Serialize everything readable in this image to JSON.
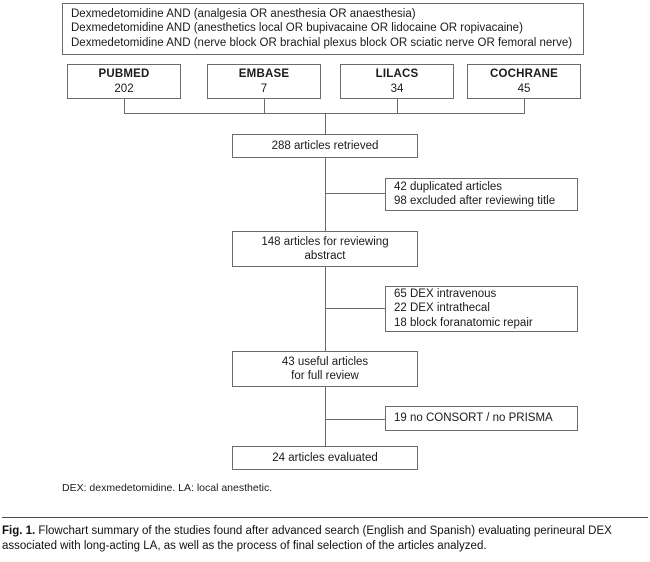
{
  "figure": {
    "query_box": {
      "lines": [
        "Dexmedetomidine AND (analgesia OR anesthesia OR anaesthesia)",
        "Dexmedetomidine AND (anesthetics local OR bupivacaine OR lidocaine OR ropivacaine)",
        "Dexmedetomidine AND (nerve block OR brachial plexus block OR sciatic nerve OR femoral nerve)"
      ]
    },
    "databases": [
      {
        "name": "PUBMED",
        "count": "202"
      },
      {
        "name": "EMBASE",
        "count": "7"
      },
      {
        "name": "LILACS",
        "count": "34"
      },
      {
        "name": "COCHRANE",
        "count": "45"
      }
    ],
    "stages": [
      {
        "lines": [
          "288 articles retrieved"
        ]
      },
      {
        "lines": [
          "148 articles for reviewing",
          "abstract"
        ]
      },
      {
        "lines": [
          "43 useful articles",
          "for full review"
        ]
      },
      {
        "lines": [
          "24 articles evaluated"
        ]
      }
    ],
    "exclusions": [
      {
        "lines": [
          "42 duplicated articles",
          "98 excluded after reviewing title"
        ]
      },
      {
        "lines": [
          "65 DEX intravenous",
          "22 DEX intrathecal",
          "18 block foranatomic repair"
        ]
      },
      {
        "lines": [
          "19 no CONSORT / no PRISMA"
        ]
      }
    ],
    "footnote": "DEX: dexmedetomidine. LA: local anesthetic.",
    "line_color": "#6b6b6b",
    "box_border_color": "#6b6b6b",
    "background": "#ffffff"
  },
  "caption": {
    "label": "Fig. 1.",
    "text": " Flowchart summary of the studies found after advanced search (English and Spanish) evaluating perineural DEX associated with long-acting LA, as well as the process of final selection of the articles analyzed."
  }
}
